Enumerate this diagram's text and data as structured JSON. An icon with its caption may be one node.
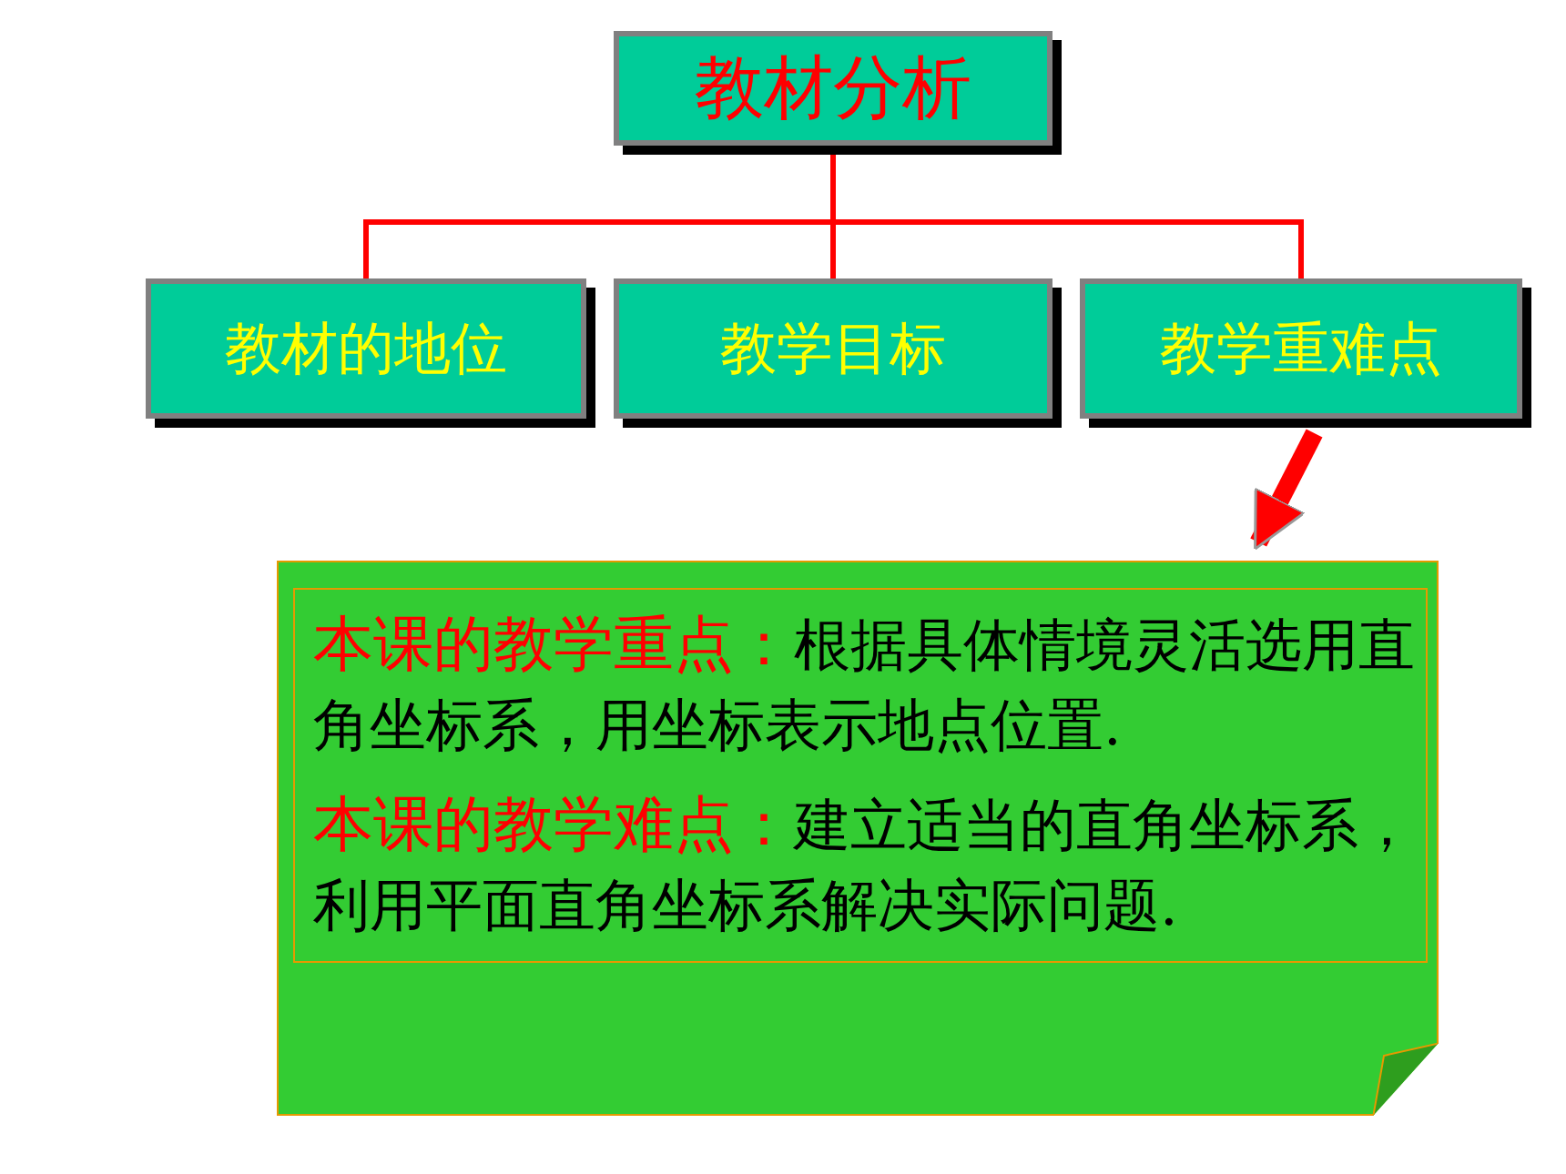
{
  "diagram": {
    "nodes": [
      {
        "text": [
          "教材分析"
        ]
      },
      {
        "text": [
          "教材的地位"
        ]
      },
      {
        "text": [
          "教学目标"
        ]
      },
      {
        "text": [
          "教学重难点"
        ]
      },
      {
        "text": [],
        "shape": "box"
      },
      {
        "text": [
          "本课的教学重点：",
          "根据具体情境灵活选用直角坐标系，用坐标表示地点位置.",
          "本课的教学难点：",
          "建立适当的直角坐标系，利用平面直角坐标系解决实际问题."
        ],
        "in": 4
      }
    ],
    "edges": [
      {
        "from": 0,
        "to": 1,
        "arrow": "none"
      },
      {
        "from": 0,
        "to": 2,
        "arrow": "none"
      },
      {
        "from": 0,
        "to": 3,
        "arrow": "none"
      },
      {
        "from": 3,
        "to": 4,
        "arrow": "to",
        "style": "thick"
      }
    ]
  }
}
